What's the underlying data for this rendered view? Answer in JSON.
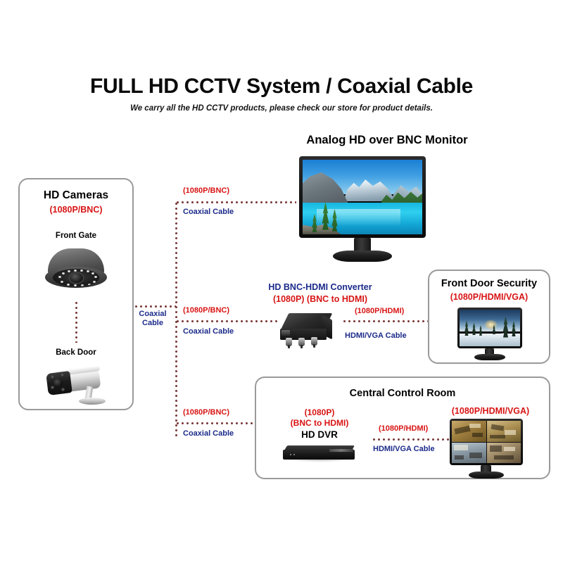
{
  "title": "FULL HD CCTV System / Coaxial Cable",
  "subtitle": "We carry all the HD CCTV products, please check our store for product details.",
  "cameras_panel": {
    "heading": "HD Cameras",
    "spec": "(1080P/BNC)",
    "camera_1_label": "Front Gate",
    "camera_1_icon": "dome-camera-icon",
    "camera_2_label": "Back Door",
    "camera_2_icon": "bullet-camera-icon"
  },
  "trunk": {
    "label_line1": "Coaxial",
    "label_line2": "Cable"
  },
  "monitor_top": {
    "heading": "Analog HD over BNC Monitor",
    "icon": "lcd-monitor-icon",
    "screen_scene": "mountain-lake-landscape"
  },
  "converter": {
    "heading": "HD BNC-HDMI Converter",
    "spec": "(1080P) (BNC to HDMI)",
    "icon": "bnc-hdmi-converter-icon"
  },
  "front_door_panel": {
    "heading": "Front Door Security",
    "spec": "(1080P/HDMI/VGA)",
    "icon": "lcd-monitor-icon",
    "screen_scene": "snowy-forest-sunset"
  },
  "control_room_panel": {
    "heading": "Central Control Room",
    "dvr_spec_line1": "(1080P)",
    "dvr_spec_line2": "(BNC to HDMI)",
    "dvr_label": "HD DVR",
    "dvr_icon": "dvr-recorder-icon",
    "monitor_spec": "(1080P/HDMI/VGA)",
    "monitor_icon": "lcd-monitor-icon",
    "screen_scene": "quad-split-cctv-view"
  },
  "links": {
    "top_spec": "(1080P/BNC)",
    "top_cable": "Coaxial Cable",
    "mid_spec": "(1080P/BNC)",
    "mid_cable": "Coaxial Cable",
    "bottom_spec": "(1080P/BNC)",
    "bottom_cable": "Coaxial Cable",
    "conv_out_spec": "(1080P/HDMI)",
    "conv_out_cable": "HDMI/VGA Cable",
    "dvr_out_spec": "(1080P/HDMI)",
    "dvr_out_cable": "HDMI/VGA Cable"
  },
  "colors": {
    "spec_red": "#d81414",
    "cable_blue": "#1b2a8a",
    "heading_black": "#000000",
    "panel_border": "#9a9a9a",
    "dot_line": "#7a3b3b"
  }
}
